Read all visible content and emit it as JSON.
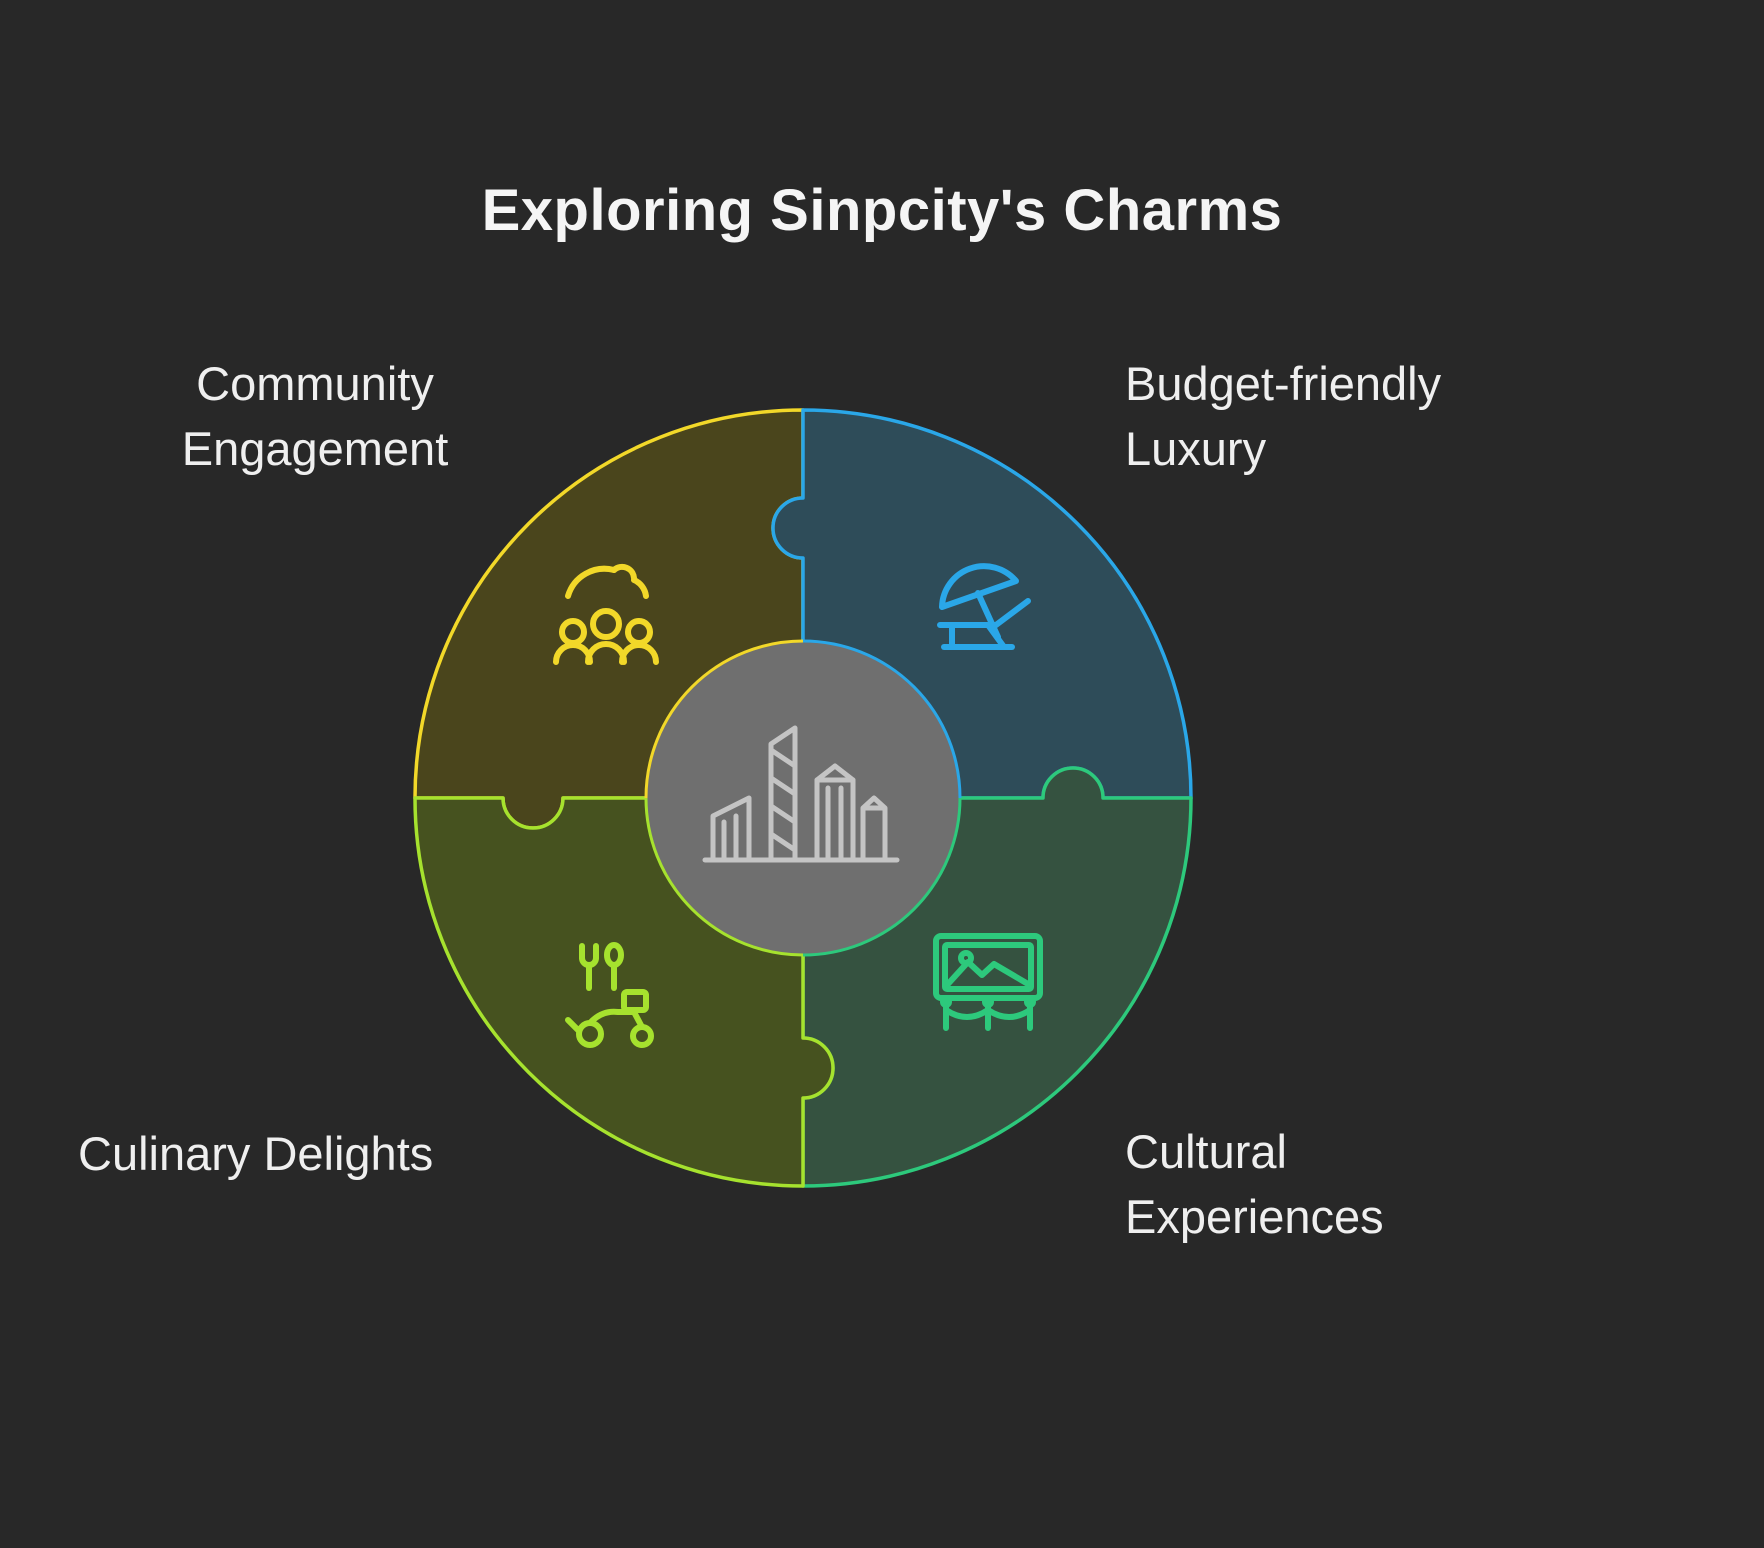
{
  "title": "Exploring Sinpcity's Charms",
  "background_color": "#282828",
  "text_color": "#efefef",
  "center": {
    "icon": "city-buildings-icon",
    "fill_color": "#6f6f6f",
    "icon_color": "#c4c4c4"
  },
  "segments": [
    {
      "id": "community-engagement",
      "label": "Community Engagement",
      "position": "top-left",
      "color": "#f2d829",
      "icon": "people-group-icon"
    },
    {
      "id": "budget-friendly-luxury",
      "label": "Budget-friendly Luxury",
      "position": "top-right",
      "color": "#2aa7e8",
      "icon": "beach-lounger-icon"
    },
    {
      "id": "cultural-experiences",
      "label": "Cultural Experiences",
      "position": "bottom-right",
      "color": "#2dc97c",
      "icon": "gallery-frame-icon"
    },
    {
      "id": "culinary-delights",
      "label": "Culinary Delights",
      "position": "bottom-left",
      "color": "#a6e22e",
      "icon": "food-scooter-icon"
    }
  ]
}
